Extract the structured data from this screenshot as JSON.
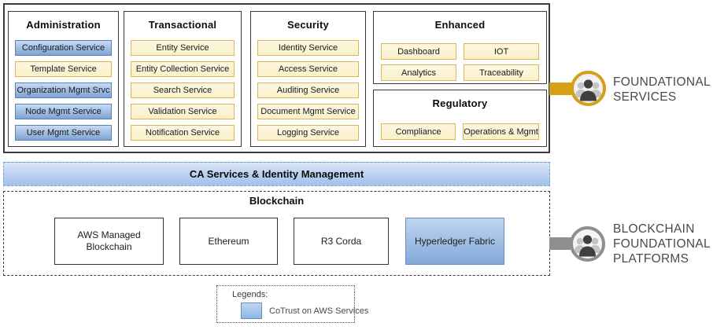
{
  "colors": {
    "accent_gold": "#D4A017",
    "accent_gray": "#8F8F8F",
    "blue_fill_top": "#C8DAF3",
    "blue_fill_bottom": "#7EA3D3",
    "blue_border": "#6C8EBF",
    "yellow_fill": "#FCF0C9",
    "yellow_border": "#D6B656"
  },
  "foundational": {
    "panels": [
      {
        "title": "Administration",
        "items": [
          {
            "label": "Configuration Service",
            "style": "blue"
          },
          {
            "label": "Template Service",
            "style": "yellow"
          },
          {
            "label": "Organization Mgmt Srvc",
            "style": "blue"
          },
          {
            "label": "Node Mgmt Service",
            "style": "blue"
          },
          {
            "label": "User Mgmt Service",
            "style": "blue"
          }
        ]
      },
      {
        "title": "Transactional",
        "items": [
          {
            "label": "Entity Service",
            "style": "yellow"
          },
          {
            "label": "Entity Collection Service",
            "style": "yellow"
          },
          {
            "label": "Search Service",
            "style": "yellow"
          },
          {
            "label": "Validation Service",
            "style": "yellow"
          },
          {
            "label": "Notification Service",
            "style": "yellow"
          }
        ]
      },
      {
        "title": "Security",
        "items": [
          {
            "label": "Identity Service",
            "style": "yellow"
          },
          {
            "label": "Access Service",
            "style": "yellow"
          },
          {
            "label": "Auditing Service",
            "style": "yellow"
          },
          {
            "label": "Document Mgmt Service",
            "style": "yellow"
          },
          {
            "label": "Logging Service",
            "style": "yellow"
          }
        ]
      },
      {
        "title": "Enhanced",
        "items": [
          {
            "label": "Dashboard",
            "style": "yellow"
          },
          {
            "label": "IOT",
            "style": "yellow"
          },
          {
            "label": "Analytics",
            "style": "yellow"
          },
          {
            "label": "Traceability",
            "style": "yellow"
          }
        ]
      },
      {
        "title": "Regulatory",
        "items": [
          {
            "label": "Compliance",
            "style": "yellow"
          },
          {
            "label": "Operations & Mgmt",
            "style": "yellow"
          }
        ]
      }
    ]
  },
  "ca_bar": {
    "label": "CA Services & Identity Management"
  },
  "blockchain": {
    "title": "Blockchain",
    "platforms": [
      {
        "label": "AWS Managed Blockchain",
        "style": "white"
      },
      {
        "label": "Ethereum",
        "style": "white"
      },
      {
        "label": "R3 Corda",
        "style": "white"
      },
      {
        "label": "Hyperledger Fabric",
        "style": "blue"
      }
    ]
  },
  "annotations": {
    "foundational_services": {
      "line1": "FOUNDATIONAL",
      "line2": "SERVICES"
    },
    "blockchain_platforms": {
      "line1": "BLOCKCHAIN",
      "line2": "FOUNDATIONAL",
      "line3": "PLATFORMS"
    }
  },
  "legend": {
    "title": "Legends:",
    "entries": [
      {
        "label": "CoTrust on AWS Services",
        "swatch": "blue"
      }
    ]
  }
}
